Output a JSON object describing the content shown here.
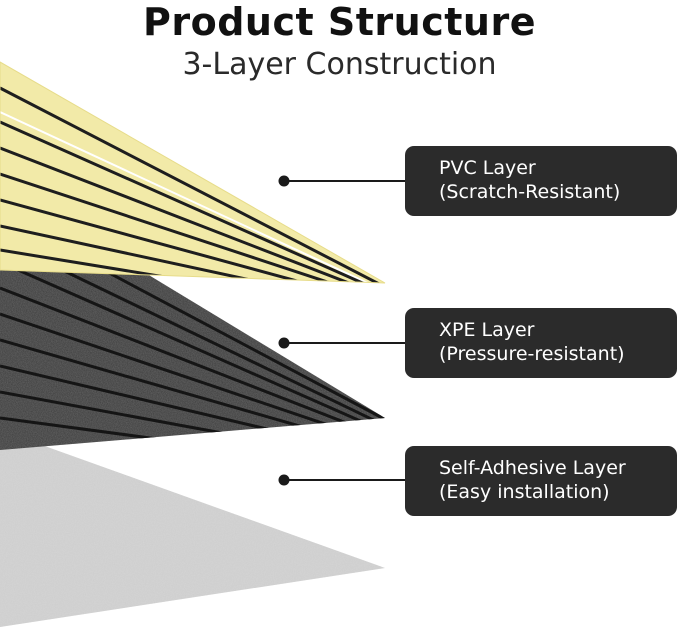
{
  "header": {
    "title": "Product Structure",
    "subtitle": "3-Layer Construction"
  },
  "layers": [
    {
      "name": "pvc",
      "label_line1": "PVC Layer",
      "label_line2": "(Scratch-Resistant)",
      "color": "#f2eaa8"
    },
    {
      "name": "xpe",
      "label_line1": "XPE Layer",
      "label_line2": "(Pressure-resistant)",
      "color": "#2e2e2e"
    },
    {
      "name": "adhesive",
      "label_line1": "Self-Adhesive Layer",
      "label_line2": "(Easy installation)",
      "color": "#d9d9d9"
    }
  ],
  "colors": {
    "label_bg": "#2b2b2b",
    "label_text": "#ffffff",
    "stripe_dark": "#1a1a1a",
    "pointer": "#1a1a1a"
  }
}
